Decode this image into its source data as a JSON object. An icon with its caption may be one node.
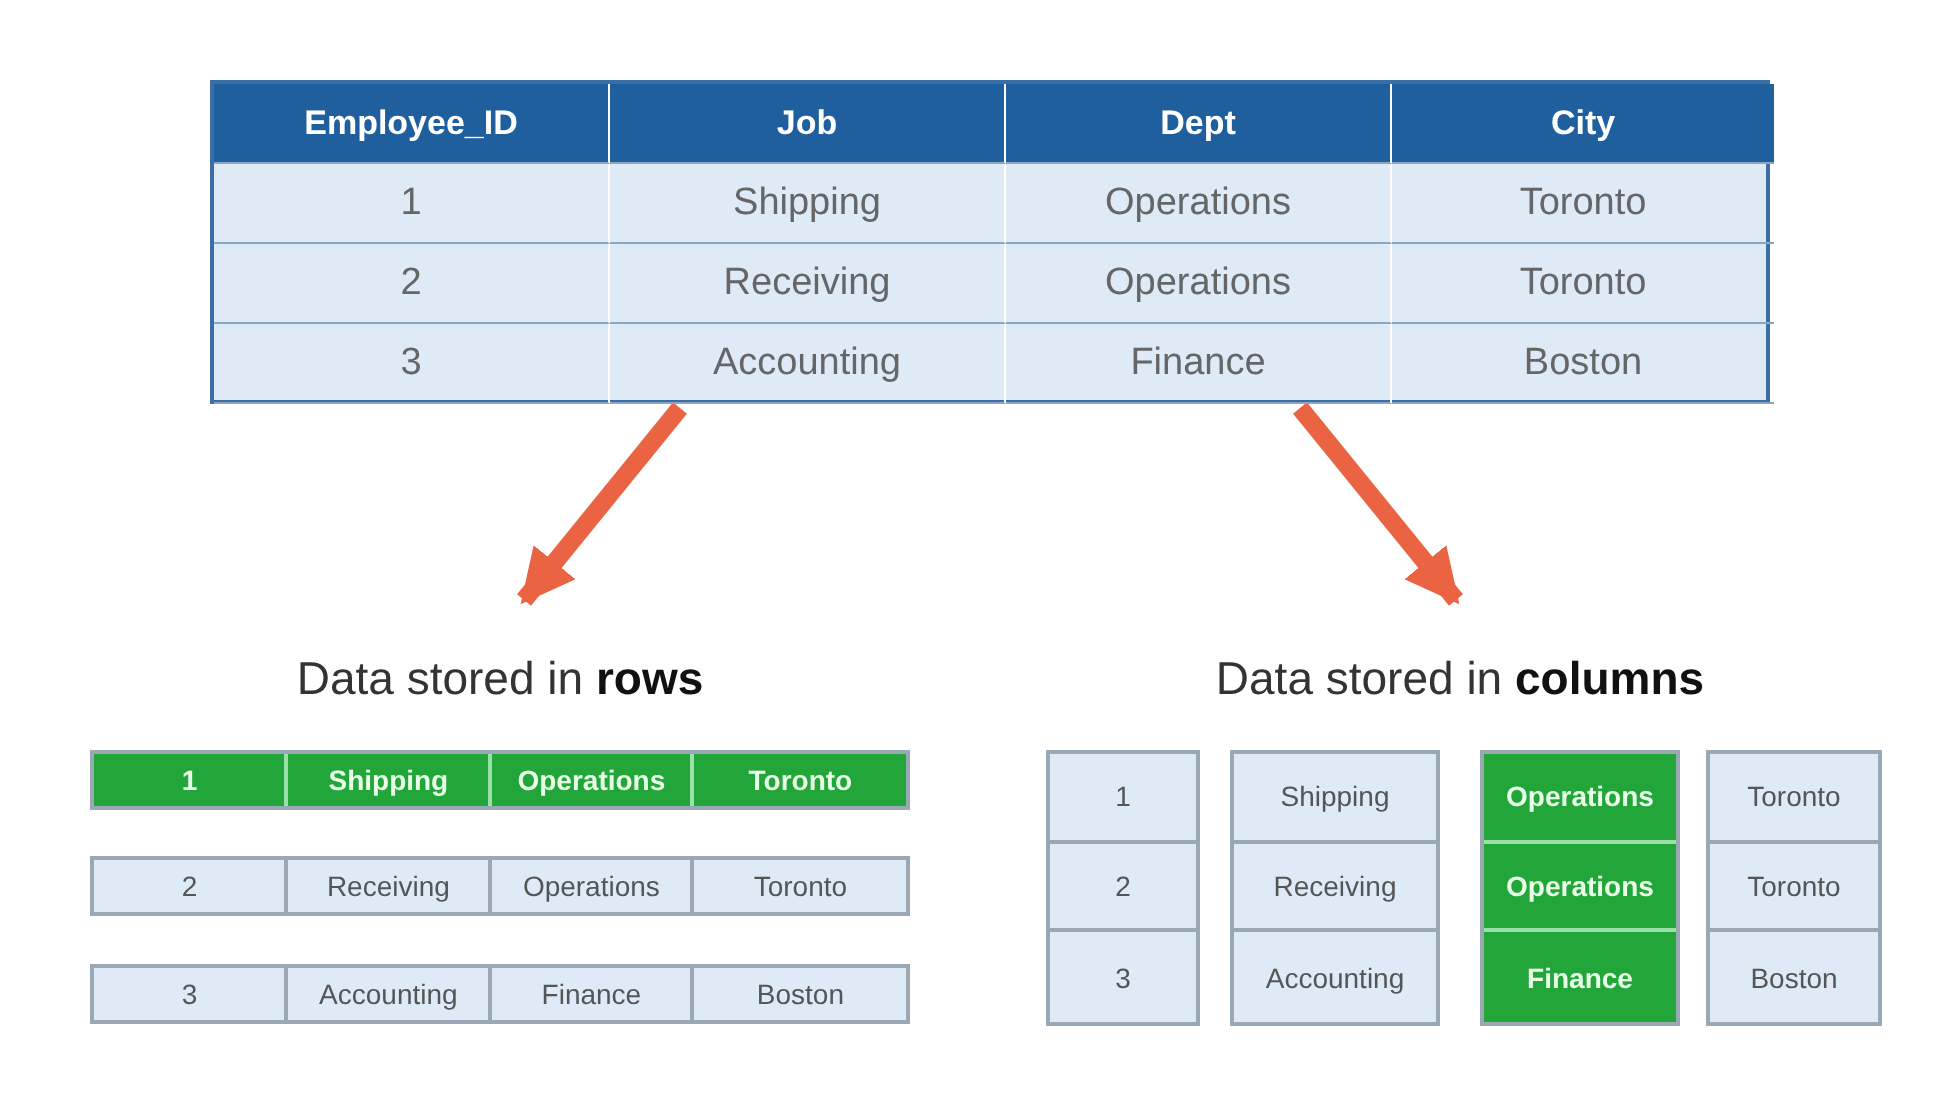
{
  "diagram": {
    "nodes": [
      {
        "text": [],
        "shape": "box"
      },
      {
        "text": [
          "Data stored in **rows**"
        ]
      },
      {
        "text": [
          "1",
          "Shipping",
          "Operations",
          "Toronto"
        ],
        "in": 1
      },
      {
        "text": [
          "2",
          "Receiving",
          "Operations",
          "Toronto"
        ],
        "in": 1
      },
      {
        "text": [
          "3",
          "Accounting",
          "Finance",
          "Boston"
        ],
        "in": 1
      },
      {
        "text": [
          "Data stored in **columns**"
        ]
      },
      {
        "text": [
          "1",
          "2",
          "3"
        ],
        "in": 5
      },
      {
        "text": [
          "Shipping",
          "Receiving",
          "Accounting"
        ],
        "in": 5
      },
      {
        "text": [
          "Operations",
          "Operations",
          "Finance"
        ],
        "in": 5
      },
      {
        "text": [
          "Toronto",
          "Toronto",
          "Boston"
        ],
        "in": 5
      }
    ],
    "edges": [
      {
        "from": 0,
        "to": 1,
        "arrow": "to"
      },
      {
        "from": 0,
        "to": 5,
        "arrow": "to"
      }
    ],
    "labels": [
      "Employee_ID",
      "Job",
      "Dept",
      "City",
      "1",
      "Shipping",
      "Operations",
      "Toronto",
      "2",
      "Receiving",
      "Operations",
      "Toronto",
      "3",
      "Accounting",
      "Finance",
      "Boston"
    ]
  }
}
